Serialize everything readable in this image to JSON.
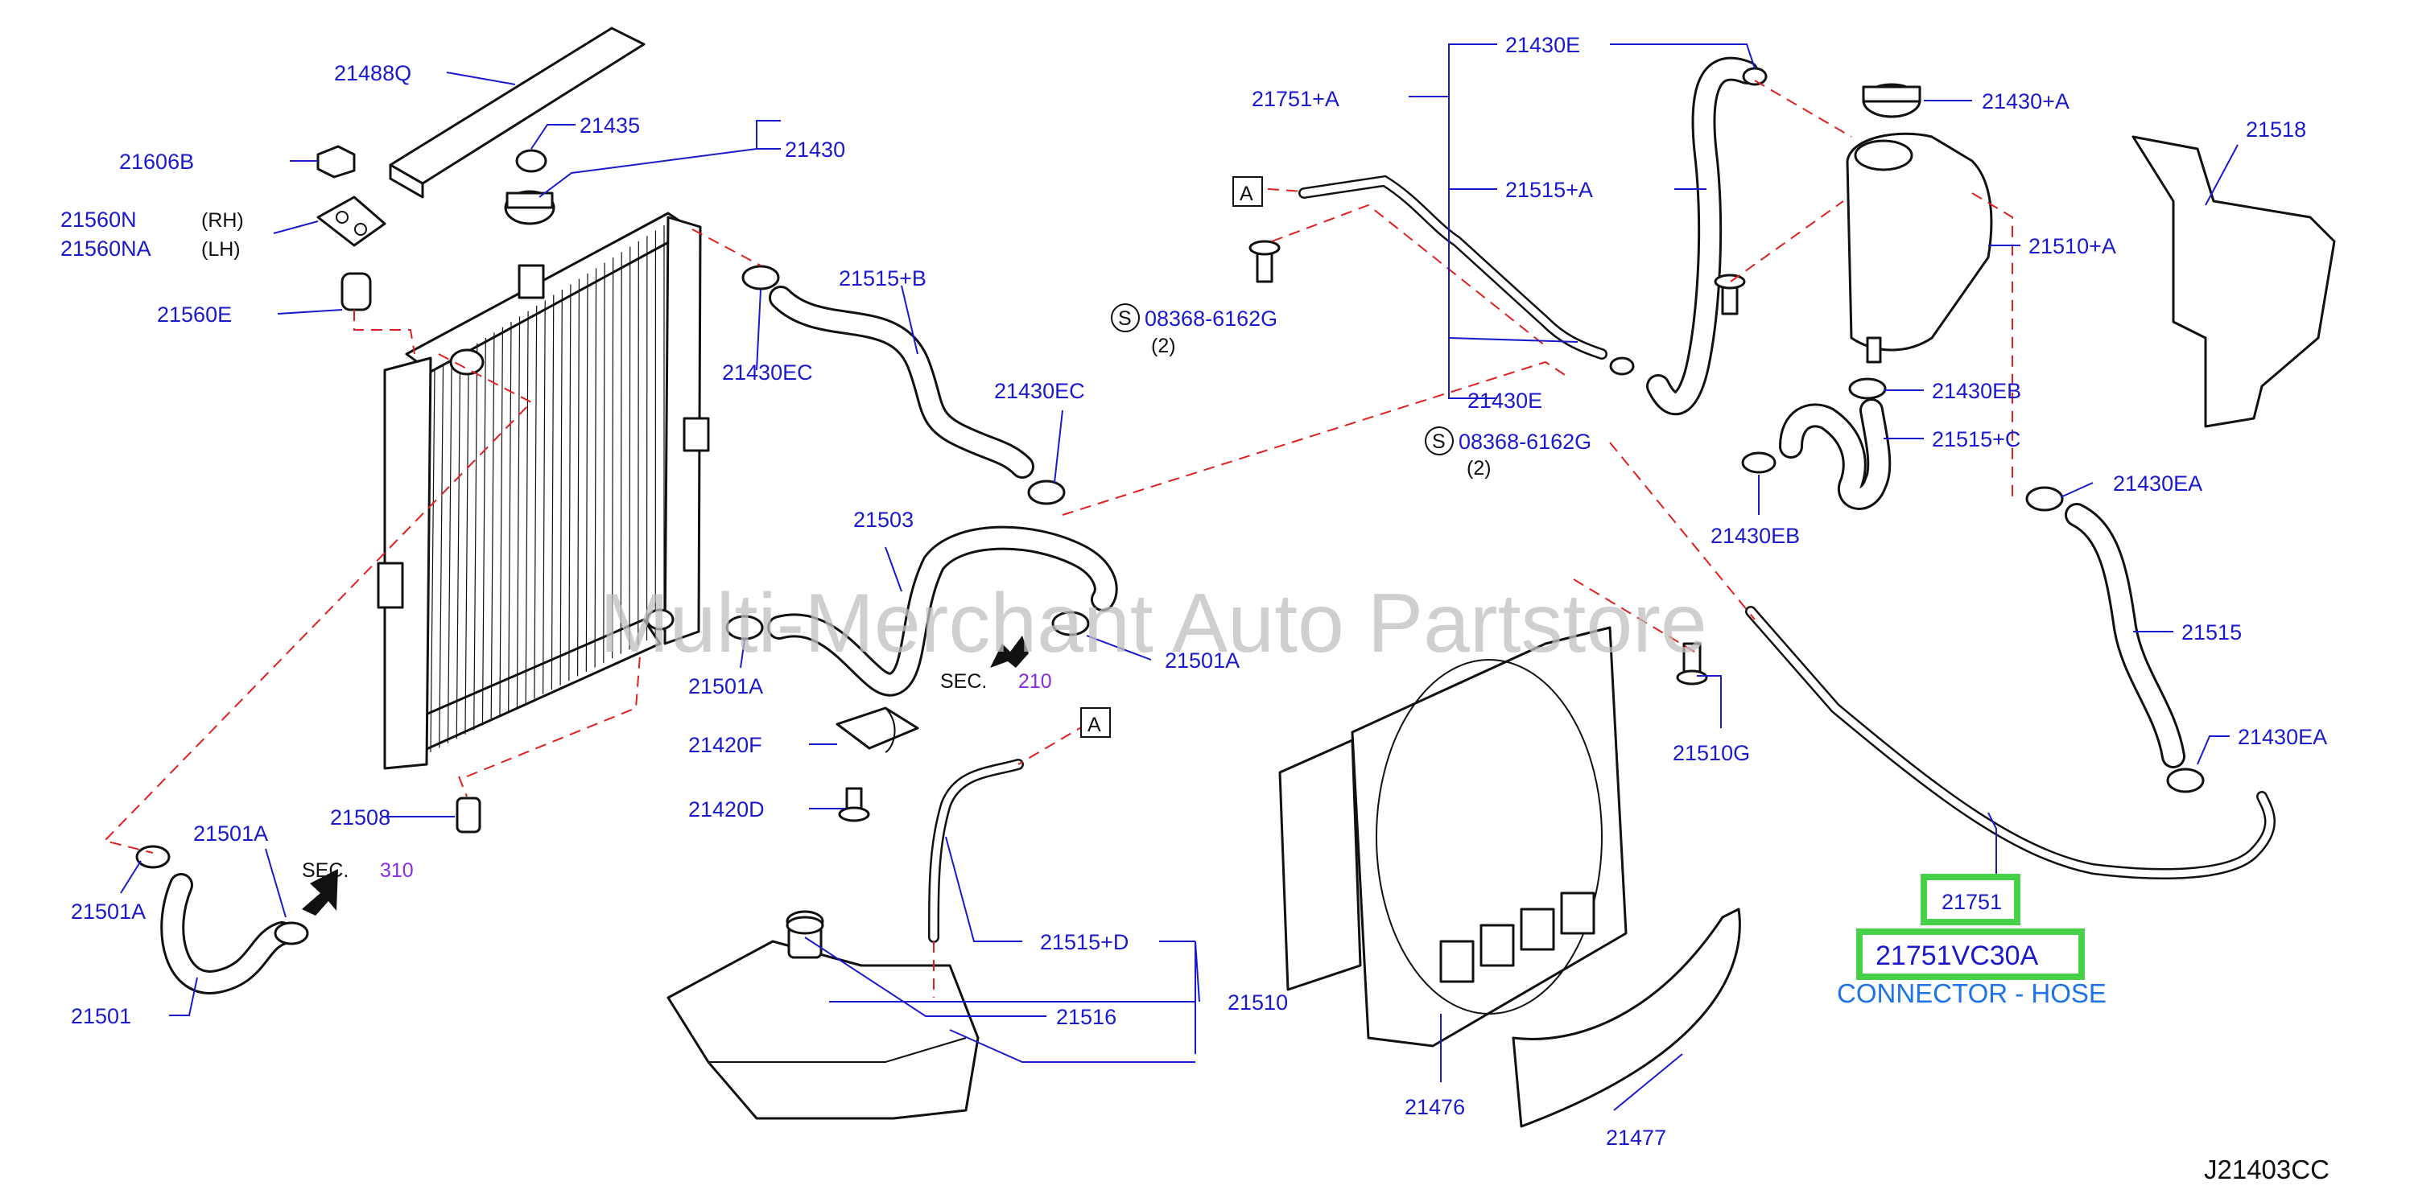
{
  "diagram": {
    "watermark": "Multi-Merchant Auto Partstore",
    "diagram_code": "J21403CC",
    "ref_marker": "A",
    "screw_symbol": "S",
    "labels": {
      "l_21488Q": "21488Q",
      "l_21435": "21435",
      "l_21430": "21430",
      "l_21606B": "21606B",
      "l_21560N": "21560N",
      "l_21560NA": "21560NA",
      "l_21560E": "21560E",
      "l_21515B": "21515+B",
      "l_21430EC_a": "21430EC",
      "l_21430EC_b": "21430EC",
      "l_21751A": "21751+A",
      "l_21430E_a": "21430E",
      "l_21515A": "21515+A",
      "l_21430E_b": "21430E",
      "l_08368_a": "08368-6162G",
      "l_08368_b": "08368-6162G",
      "l_21430A": "21430+A",
      "l_21510A": "21510+A",
      "l_21518": "21518",
      "l_21430EB_a": "21430EB",
      "l_21515C": "21515+C",
      "l_21430EB_b": "21430EB",
      "l_21430EA_a": "21430EA",
      "l_21515": "21515",
      "l_21430EA_b": "21430EA",
      "l_21503": "21503",
      "l_21501A_a": "21501A",
      "l_21501A_b": "21501A",
      "l_21420F": "21420F",
      "l_21420D": "21420D",
      "l_21508": "21508",
      "l_21501A_c": "21501A",
      "l_21501A_d": "21501A",
      "l_21501": "21501",
      "l_21515D": "21515+D",
      "l_21516": "21516",
      "l_21510": "21510",
      "l_21510G": "21510G",
      "l_21476": "21476",
      "l_21477": "21477",
      "l_21751": "21751"
    },
    "side_rh": "(RH)",
    "side_lh": "(LH)",
    "qty_a": "(2)",
    "qty_b": "(2)",
    "sec_210_prefix": "SEC.",
    "sec_210_num": "210",
    "sec_310_prefix": "SEC.",
    "sec_310_num": "310",
    "highlight_part": "21751VC30A",
    "highlight_name": "CONNECTOR - HOSE"
  },
  "colors": {
    "label_blue": "#1a1acc",
    "phantom_red": "#e02020",
    "highlight_green": "#47d147",
    "connector_blue": "#1e74e6",
    "section_purple": "#8a2be2"
  }
}
